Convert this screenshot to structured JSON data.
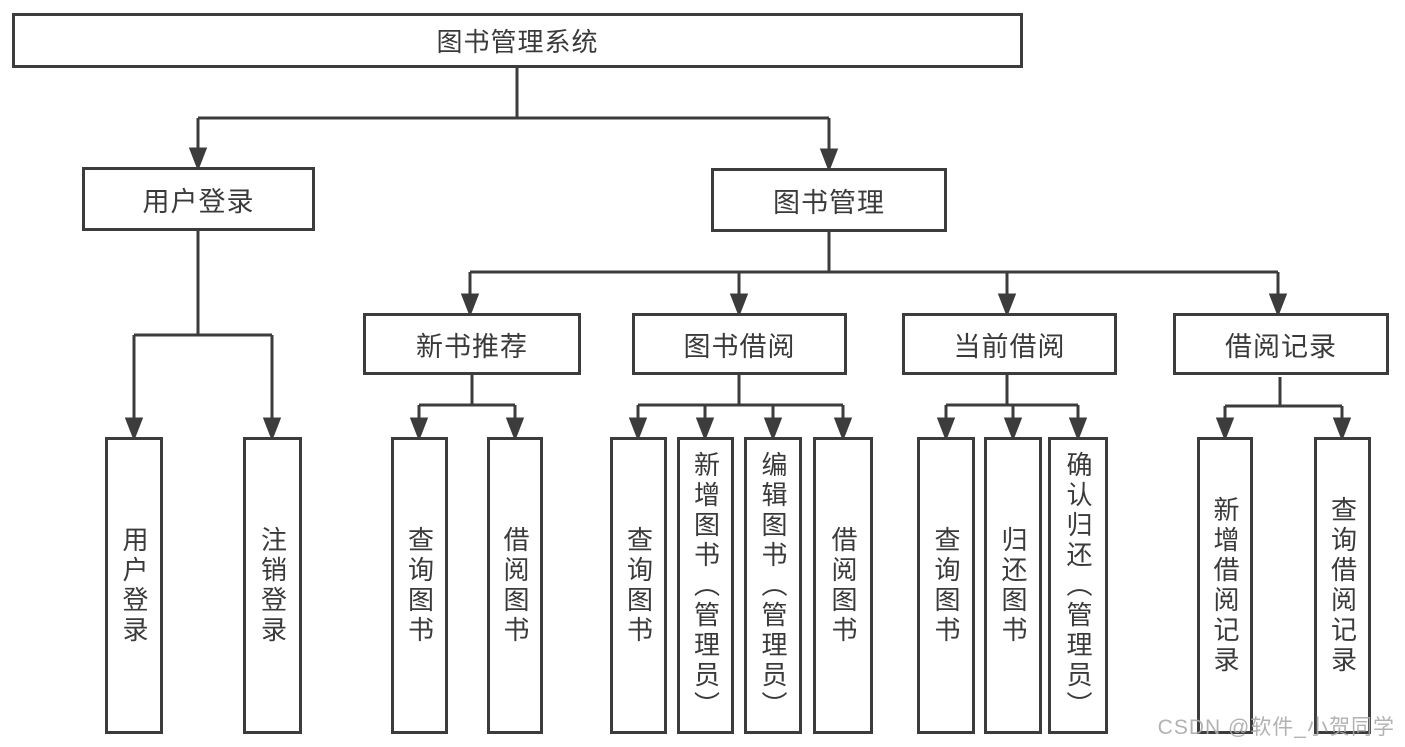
{
  "diagram": {
    "root": {
      "label": "图书管理系统"
    },
    "level2": [
      {
        "label": "用户登录"
      },
      {
        "label": "图书管理"
      }
    ],
    "level3": [
      {
        "label": "新书推荐"
      },
      {
        "label": "图书借阅"
      },
      {
        "label": "当前借阅"
      },
      {
        "label": "借阅记录"
      }
    ],
    "leaves": {
      "user_login": [
        "用户登录",
        "注销登录"
      ],
      "new_book_recommend": [
        "查询图书",
        "借阅图书"
      ],
      "book_borrow": [
        "查询图书",
        "新增图书（管理员）",
        "编辑图书（管理员）",
        "借阅图书"
      ],
      "current_borrow": [
        "查询图书",
        "归还图书",
        "确认归还（管理员）"
      ],
      "borrow_record": [
        "新增借阅记录",
        "查询借阅记录"
      ]
    }
  },
  "watermark": {
    "text": "CSDN @软件_小贺同学"
  },
  "colors": {
    "line": "#3c3c3c",
    "text": "#3a3a3a",
    "watermark": "#aaaaaa",
    "background": "#ffffff"
  }
}
